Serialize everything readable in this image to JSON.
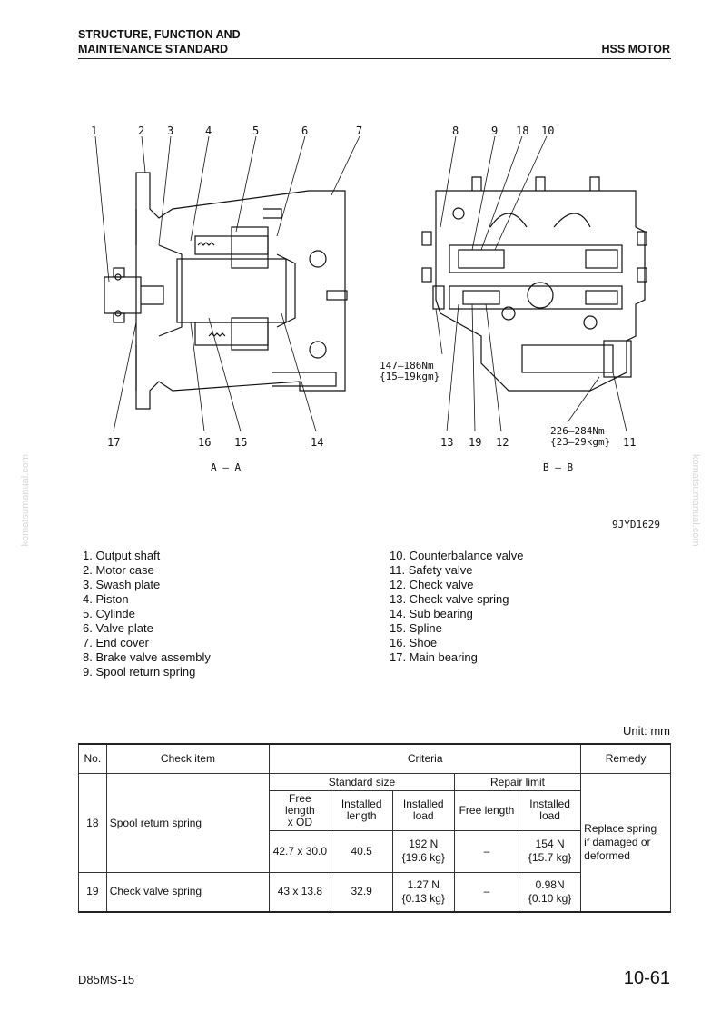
{
  "header": {
    "title_line1": "STRUCTURE, FUNCTION AND",
    "title_line2": "MAINTENANCE STANDARD",
    "section": "HSS MOTOR"
  },
  "watermark": "komatsumanual.com",
  "figure": {
    "callouts_left": [
      "1",
      "2",
      "3",
      "4",
      "5",
      "6",
      "7"
    ],
    "callouts_left_bottom": [
      "17",
      "16",
      "15",
      "14"
    ],
    "callouts_right": [
      "8",
      "9",
      "18",
      "10"
    ],
    "callouts_right_bottom": [
      "13",
      "19",
      "12",
      "11"
    ],
    "view_left": "A – A",
    "view_right": "B – B",
    "torque1_line1": "147–186Nm",
    "torque1_line2": "{15–19kgm}",
    "torque2_line1": "226–284Nm",
    "torque2_line2": "{23–29kgm}",
    "figure_code": "9JYD1629"
  },
  "legend": {
    "left": [
      "1. Output shaft",
      "2. Motor case",
      "3. Swash plate",
      "4. Piston",
      "5. Cylinde",
      "6. Valve plate",
      "7. End cover",
      "8. Brake valve assembly",
      "9. Spool return spring"
    ],
    "right": [
      "10. Counterbalance valve",
      "11. Safety valve",
      "12. Check valve",
      "13. Check valve spring",
      "14. Sub bearing",
      "15. Spline",
      "16. Shoe",
      "17. Main bearing"
    ]
  },
  "table": {
    "unit": "Unit: mm",
    "headers": {
      "no": "No.",
      "check_item": "Check item",
      "criteria": "Criteria",
      "remedy": "Remedy"
    },
    "sub": {
      "standard": "Standard size",
      "repair": "Repair limit",
      "free_len_od": "Free length\nx OD",
      "inst_len": "Installed\nlength",
      "inst_load": "Installed\nload",
      "free_len": "Free length",
      "inst_load2": "Installed\nload"
    },
    "rows": [
      {
        "no": "18",
        "item": "Spool return spring",
        "free_od": "42.7 x 30.0",
        "inst_len": "40.5",
        "inst_load": "192 N\n{19.6 kg}",
        "rl_free": "–",
        "rl_load": "154 N\n{15.7 kg}"
      },
      {
        "no": "19",
        "item": "Check valve spring",
        "free_od": "43 x 13.8",
        "inst_len": "32.9",
        "inst_load": "1.27 N\n{0.13 kg}",
        "rl_free": "–",
        "rl_load": "0.98N\n{0.10 kg}"
      }
    ],
    "remedy": "Replace spring\nif damaged or\ndeformed"
  },
  "footer": {
    "model": "D85MS-15",
    "page": "10-61"
  }
}
